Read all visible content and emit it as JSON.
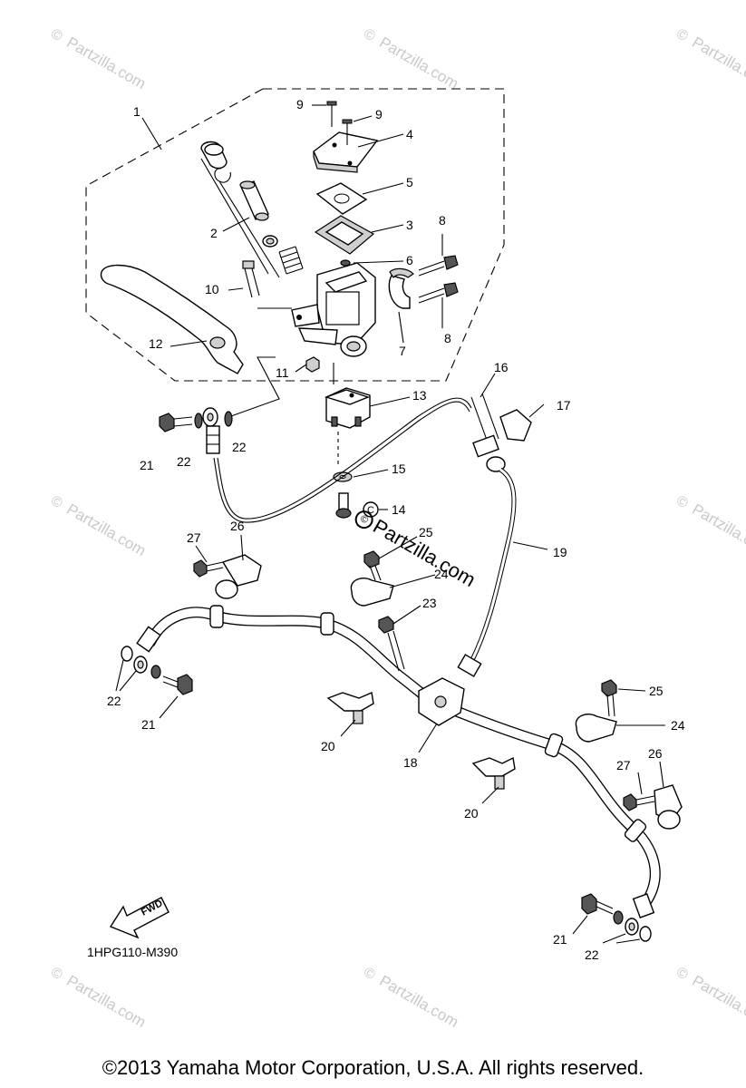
{
  "drawing_code": "1HPG110-M390",
  "copyright": "©2013  Yamaha Motor Corporation, U.S.A. All rights reserved.",
  "fwd_label": "FWD",
  "watermark": {
    "symbol": "©",
    "text": "Partzilla.com"
  },
  "center_watermark": {
    "symbol": "©",
    "text": "Partzilla.com"
  },
  "callouts": [
    {
      "id": "c1",
      "label": "1"
    },
    {
      "id": "c2",
      "label": "2"
    },
    {
      "id": "c3",
      "label": "3"
    },
    {
      "id": "c4",
      "label": "4"
    },
    {
      "id": "c5",
      "label": "5"
    },
    {
      "id": "c6",
      "label": "6"
    },
    {
      "id": "c7",
      "label": "7"
    },
    {
      "id": "c8a",
      "label": "8"
    },
    {
      "id": "c8b",
      "label": "8"
    },
    {
      "id": "c9a",
      "label": "9"
    },
    {
      "id": "c9b",
      "label": "9"
    },
    {
      "id": "c10",
      "label": "10"
    },
    {
      "id": "c11",
      "label": "11"
    },
    {
      "id": "c12",
      "label": "12"
    },
    {
      "id": "c13",
      "label": "13"
    },
    {
      "id": "c14",
      "label": "14"
    },
    {
      "id": "c15",
      "label": "15"
    },
    {
      "id": "c16",
      "label": "16"
    },
    {
      "id": "c17",
      "label": "17"
    },
    {
      "id": "c18",
      "label": "18"
    },
    {
      "id": "c19",
      "label": "19"
    },
    {
      "id": "c20a",
      "label": "20"
    },
    {
      "id": "c20b",
      "label": "20"
    },
    {
      "id": "c21a",
      "label": "21"
    },
    {
      "id": "c21b",
      "label": "21"
    },
    {
      "id": "c21c",
      "label": "21"
    },
    {
      "id": "c22a",
      "label": "22"
    },
    {
      "id": "c22b",
      "label": "22"
    },
    {
      "id": "c22c",
      "label": "22"
    },
    {
      "id": "c22d",
      "label": "22"
    },
    {
      "id": "c23",
      "label": "23"
    },
    {
      "id": "c24a",
      "label": "24"
    },
    {
      "id": "c24b",
      "label": "24"
    },
    {
      "id": "c25a",
      "label": "25"
    },
    {
      "id": "c25b",
      "label": "25"
    },
    {
      "id": "c26a",
      "label": "26"
    },
    {
      "id": "c26b",
      "label": "26"
    },
    {
      "id": "c27a",
      "label": "27"
    },
    {
      "id": "c27b",
      "label": "27"
    }
  ]
}
